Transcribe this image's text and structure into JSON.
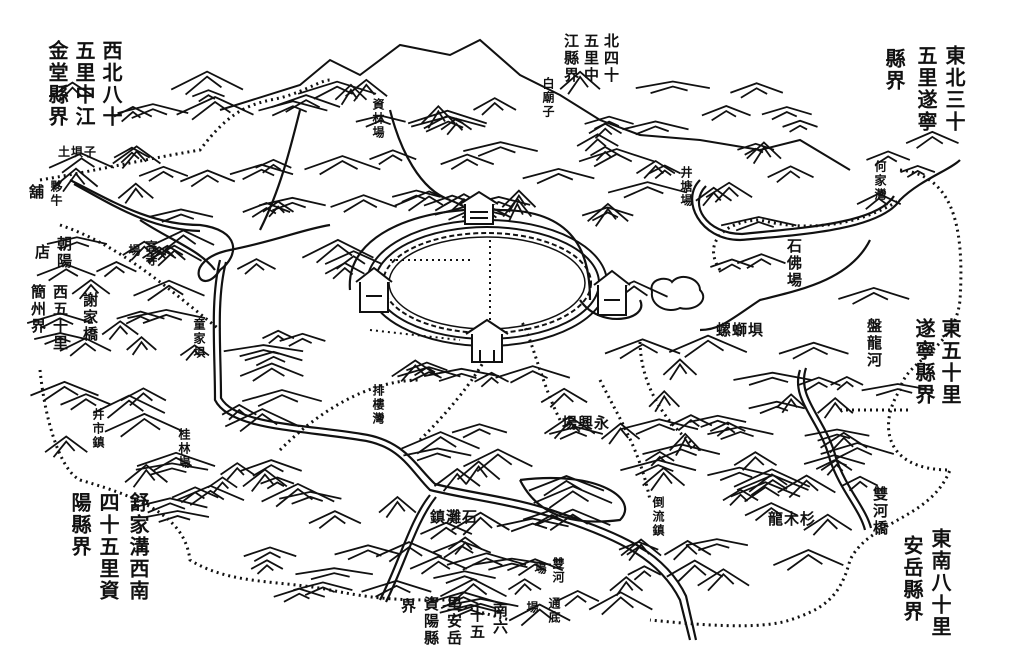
{
  "map": {
    "ink_color": "#111111",
    "paper_color": "#ffffff",
    "borders": {
      "northwest": [
        "西北八十",
        "五里中江",
        "金堂縣界"
      ],
      "north": [
        "北四十",
        "五里中",
        "江縣界"
      ],
      "northeast": [
        "東北三十",
        "五里遂寧",
        "縣界"
      ],
      "west": [
        "西五十里",
        "簡州界"
      ],
      "east": [
        "東五十里",
        "遂寧縣界"
      ],
      "southwest": [
        "舒家溝西南",
        "四十五里資",
        "陽縣界"
      ],
      "south": [
        "南六",
        "十五",
        "里安岳",
        "資陽縣",
        "界"
      ],
      "southeast": [
        "東南八十里",
        "安岳縣界"
      ]
    },
    "places": {
      "baimiaozi": "白廟子",
      "zilinchang": "資林場",
      "tujizi": "土埧子",
      "niuhuopu_a": "夥牛",
      "niuhuopu_b": "舖",
      "chaoyang": "朝陽",
      "chaoyang_dian": "店",
      "gaosi": "高寺",
      "gaosi_chang": "場",
      "xiejiaqiao": "謝家橋",
      "tongjiaji": "童家埧",
      "jingtangchang": "井塘場",
      "hejiawan": "何家灣",
      "shifochang": "石佛場",
      "luosiji": "螺螄埧",
      "panlonghe": "盤龍河",
      "jingshizhen": "井市鎮",
      "guilinchang": "桂林場",
      "pailouwan": "排樓灣",
      "yongxingchang": "場興永",
      "shitanzhen": "鎮灘石",
      "daoliuzhen": "倒流鎮",
      "shamulong": "龍木杉",
      "shuangheqiao": "雙河橋",
      "shuanghe": "雙河",
      "shuanghe_chang": "場",
      "tongdi": "通底",
      "tongdi_chang": "場"
    }
  }
}
